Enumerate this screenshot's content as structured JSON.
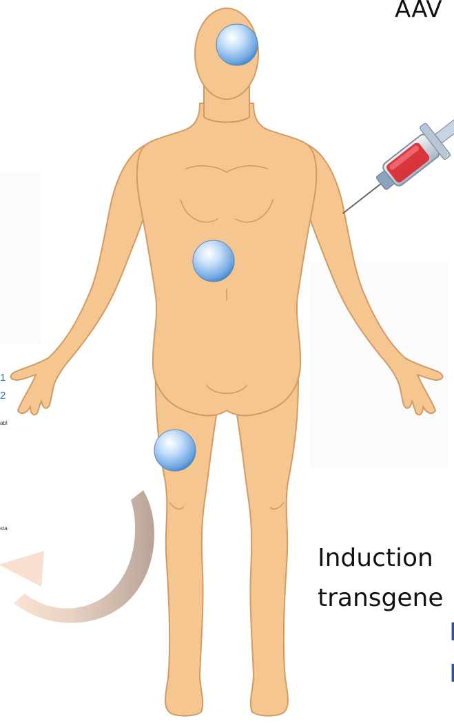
{
  "labels": {
    "title": "AAV",
    "induction_line1": "Induction",
    "induction_line2": "transgene",
    "sub1": "I",
    "sub2": "I"
  },
  "fragments": {
    "a": "1",
    "b": "2",
    "c": "abl",
    "d": "sta"
  },
  "injection_sites": [
    {
      "name": "head"
    },
    {
      "name": "abdomen"
    },
    {
      "name": "thigh"
    }
  ],
  "colors": {
    "skin": "#f6c690",
    "skin_outline": "#cf9b62",
    "sphere": "#7fb0e6",
    "arrow": "#c9b8ab",
    "arrow_tip": "#f9dfcf",
    "syringe_fluid": "#d9232d",
    "text_blue": "#2f5597"
  }
}
